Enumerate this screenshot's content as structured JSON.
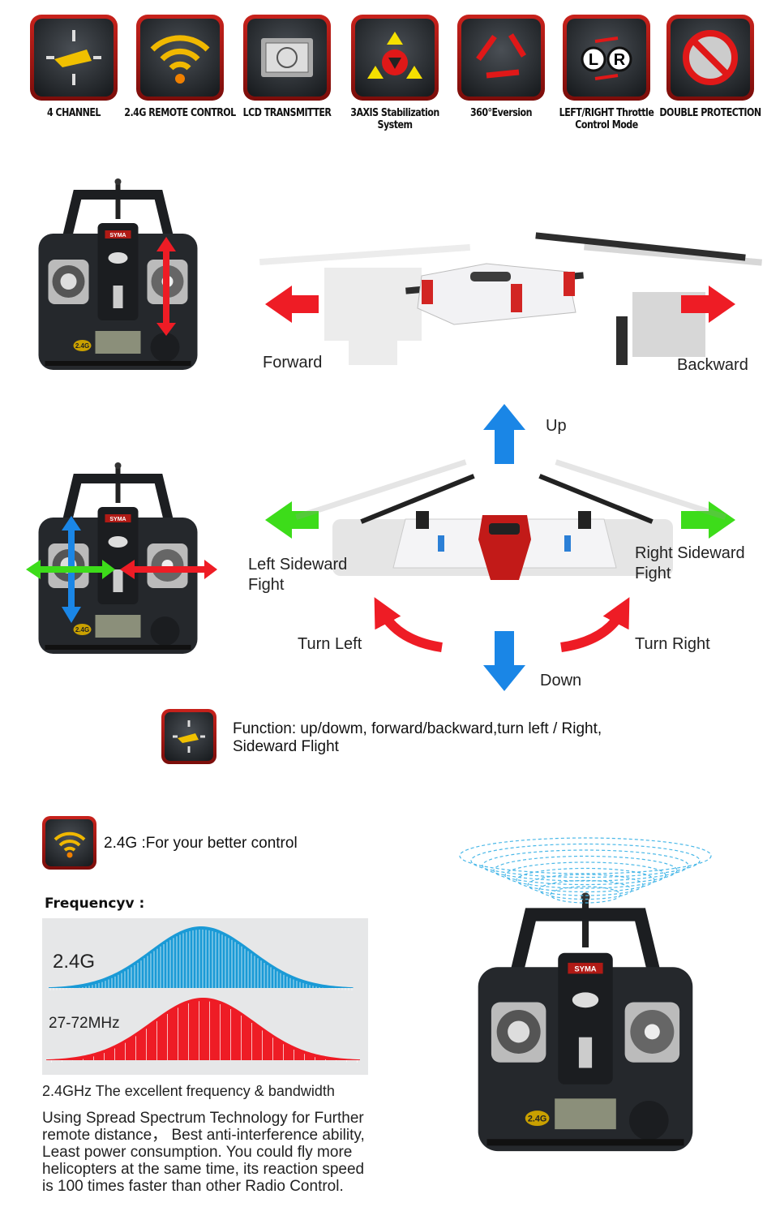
{
  "features": [
    {
      "label": "4 CHANNEL",
      "icon": "helicopter-directions-icon"
    },
    {
      "label": "2.4G REMOTE CONTROL",
      "icon": "wifi-signal-icon"
    },
    {
      "label": "LCD TRANSMITTER",
      "icon": "lcd-screen-icon"
    },
    {
      "label": "3AXIS Stabilization System",
      "icon": "triangle-axis-icon"
    },
    {
      "label": "360°Eversion",
      "icon": "rotate-arrows-icon"
    },
    {
      "label": "LEFT/RIGHT Throttle Control Mode",
      "icon": "left-right-mode-icon"
    },
    {
      "label": "DOUBLE PROTECTION",
      "icon": "protection-prohibited-icon"
    }
  ],
  "controller": {
    "brand": "SYMA",
    "badge": "2.4G"
  },
  "directions": {
    "forward": "Forward",
    "backward": "Backward",
    "up": "Up",
    "down": "Down",
    "left_sideward_1": "Left Sideward",
    "left_sideward_2": "Fight",
    "right_sideward_1": "Right Sideward",
    "right_sideward_2": "Fight",
    "turn_left": "Turn Left",
    "turn_right": "Turn Right"
  },
  "function": {
    "line1": "Function: up/dowm, forward/backward,turn left / Right,",
    "line2": "Sideward Flight"
  },
  "control": {
    "title": "2.4G :For your better control",
    "freq_label": "Frequencyv :"
  },
  "chart": {
    "series": [
      {
        "name": "2.4G",
        "color": "#1a9ad6"
      },
      {
        "name": "27-72MHz",
        "color": "#ee1c25"
      }
    ]
  },
  "caption": "2.4GHz  The excellent frequency & bandwidth",
  "description": [
    "Using Spread Spectrum Technology for Further",
    "remote distance， Best anti-interference ability,",
    "Least power consumption. You could fly more",
    "helicopters at the same time, its reaction speed",
    "is 100 times faster than other Radio Control."
  ]
}
